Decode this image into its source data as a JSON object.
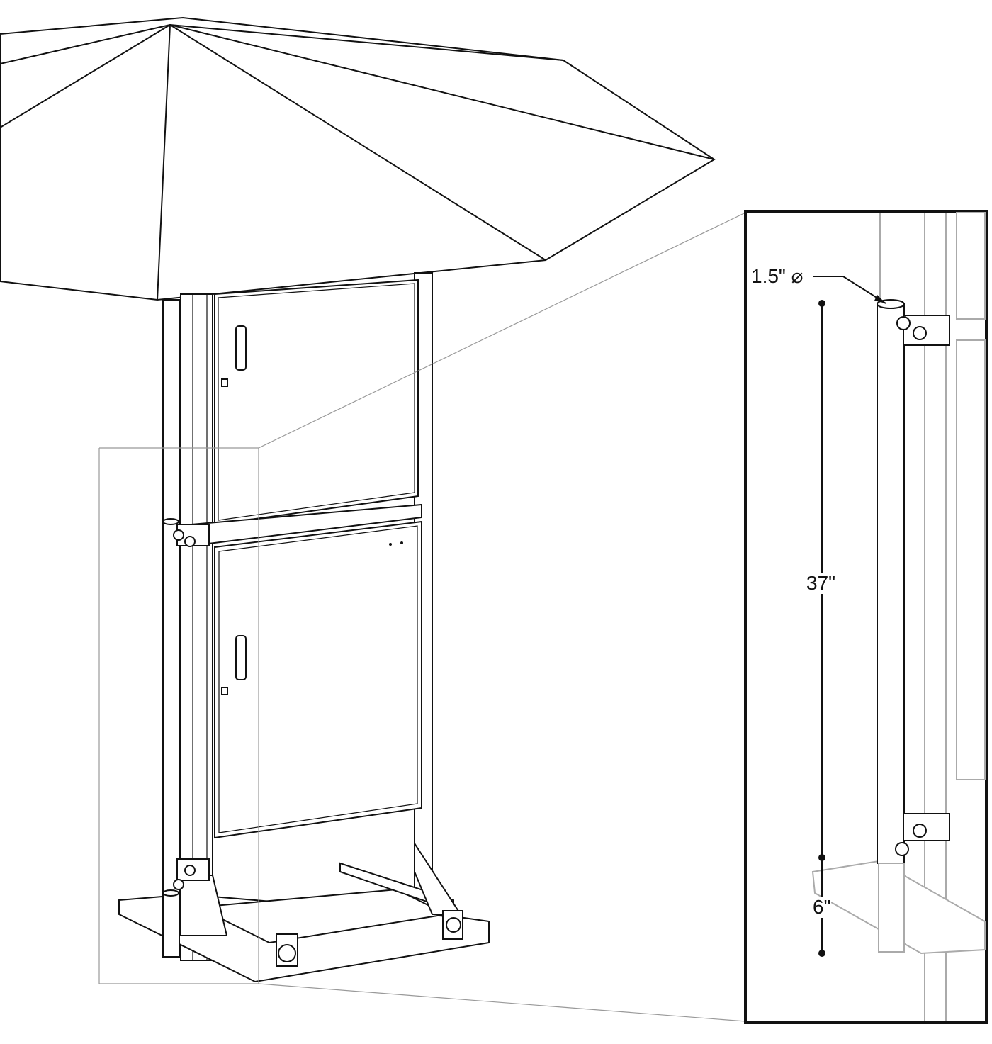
{
  "detail": {
    "diameter_label": "1.5\" ⌀",
    "upper_length_label": "37\"",
    "lower_length_label": "6\""
  },
  "colors": {
    "line": "#111111",
    "faded": "#aaaaaa",
    "background": "#ffffff"
  }
}
